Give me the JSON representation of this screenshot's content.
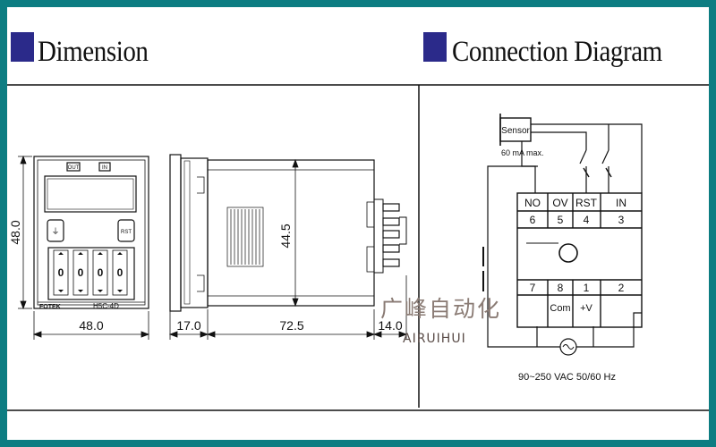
{
  "sections": {
    "dimension_title": "Dimension",
    "connection_title": "Connection Diagram"
  },
  "dimension": {
    "height_label": "48.0",
    "width_label": "48.0",
    "inner_height_label": "44.5",
    "front_depth_label": "17.0",
    "body_depth_label": "72.5",
    "pin_depth_label": "14.0",
    "panel_out": "OUT",
    "panel_in": "IN",
    "panel_rst": "RST",
    "digit": "0",
    "brand": "FOTEK",
    "model": "H5C-4D"
  },
  "connection": {
    "sensor": "Sensor",
    "sensor_note": "60 mA max.",
    "terminal_labels_top": [
      "NO",
      "OV",
      "RST",
      "IN"
    ],
    "terminal_numbers_top": [
      "6",
      "5",
      "4",
      "3"
    ],
    "terminal_numbers_bottom": [
      "7",
      "8",
      "1",
      "2"
    ],
    "terminal_labels_bottom": [
      "Com",
      "+V"
    ],
    "supply": "90~250 VAC 50/60 Hz"
  },
  "watermark": {
    "cn": "广峰自动化",
    "en": "AIRUIHUI"
  },
  "colors": {
    "border": "#0d7d82",
    "title_square": "#2b2a8a"
  }
}
